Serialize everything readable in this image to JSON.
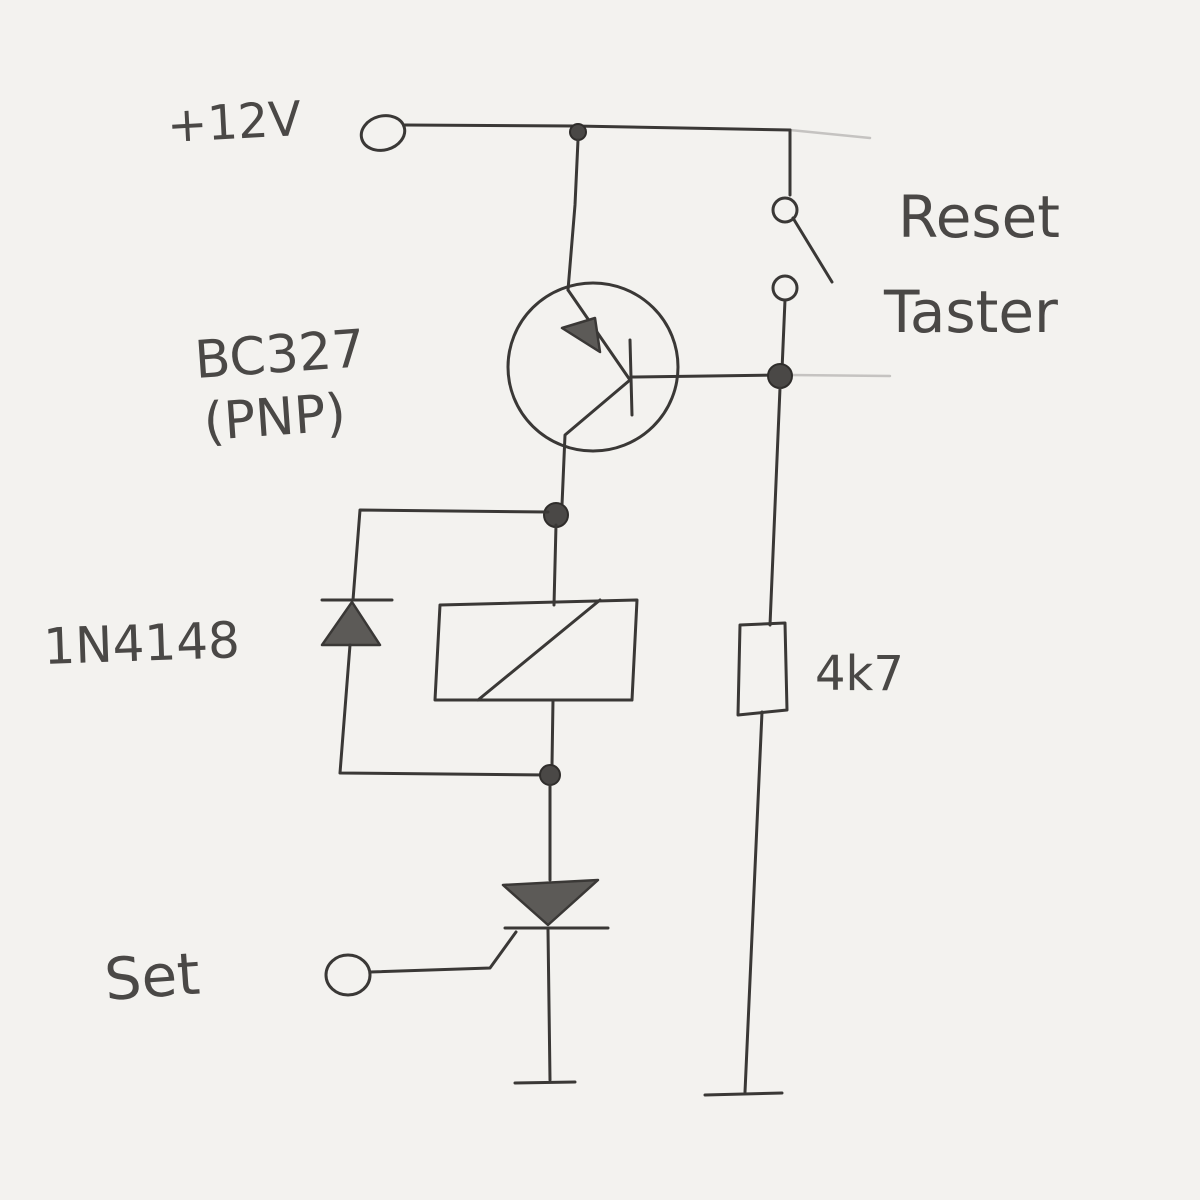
{
  "labels": {
    "supply": "+12V",
    "reset_line1": "Reset",
    "reset_line2": "Taster",
    "transistor_line1": "BC327",
    "transistor_line2": "(PNP)",
    "diode": "1N4148",
    "resistor": "4k7",
    "set": "Set"
  },
  "colors": {
    "paper": "#f3f2ef",
    "pencil": "#3a3836"
  }
}
